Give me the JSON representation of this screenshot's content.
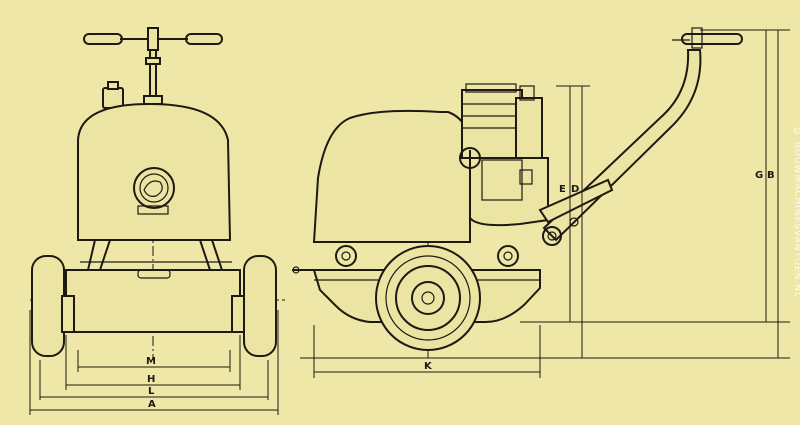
{
  "dimension_labels": {
    "M": "M",
    "H": "H",
    "L": "L",
    "A": "A",
    "K": "K",
    "E": "E",
    "D": "D",
    "G": "G",
    "B": "B"
  },
  "watermark": "© BOUWMACHINESVANTOEN.NL",
  "colors": {
    "paper": "#efe7a8",
    "ink": "#1d1a12"
  }
}
